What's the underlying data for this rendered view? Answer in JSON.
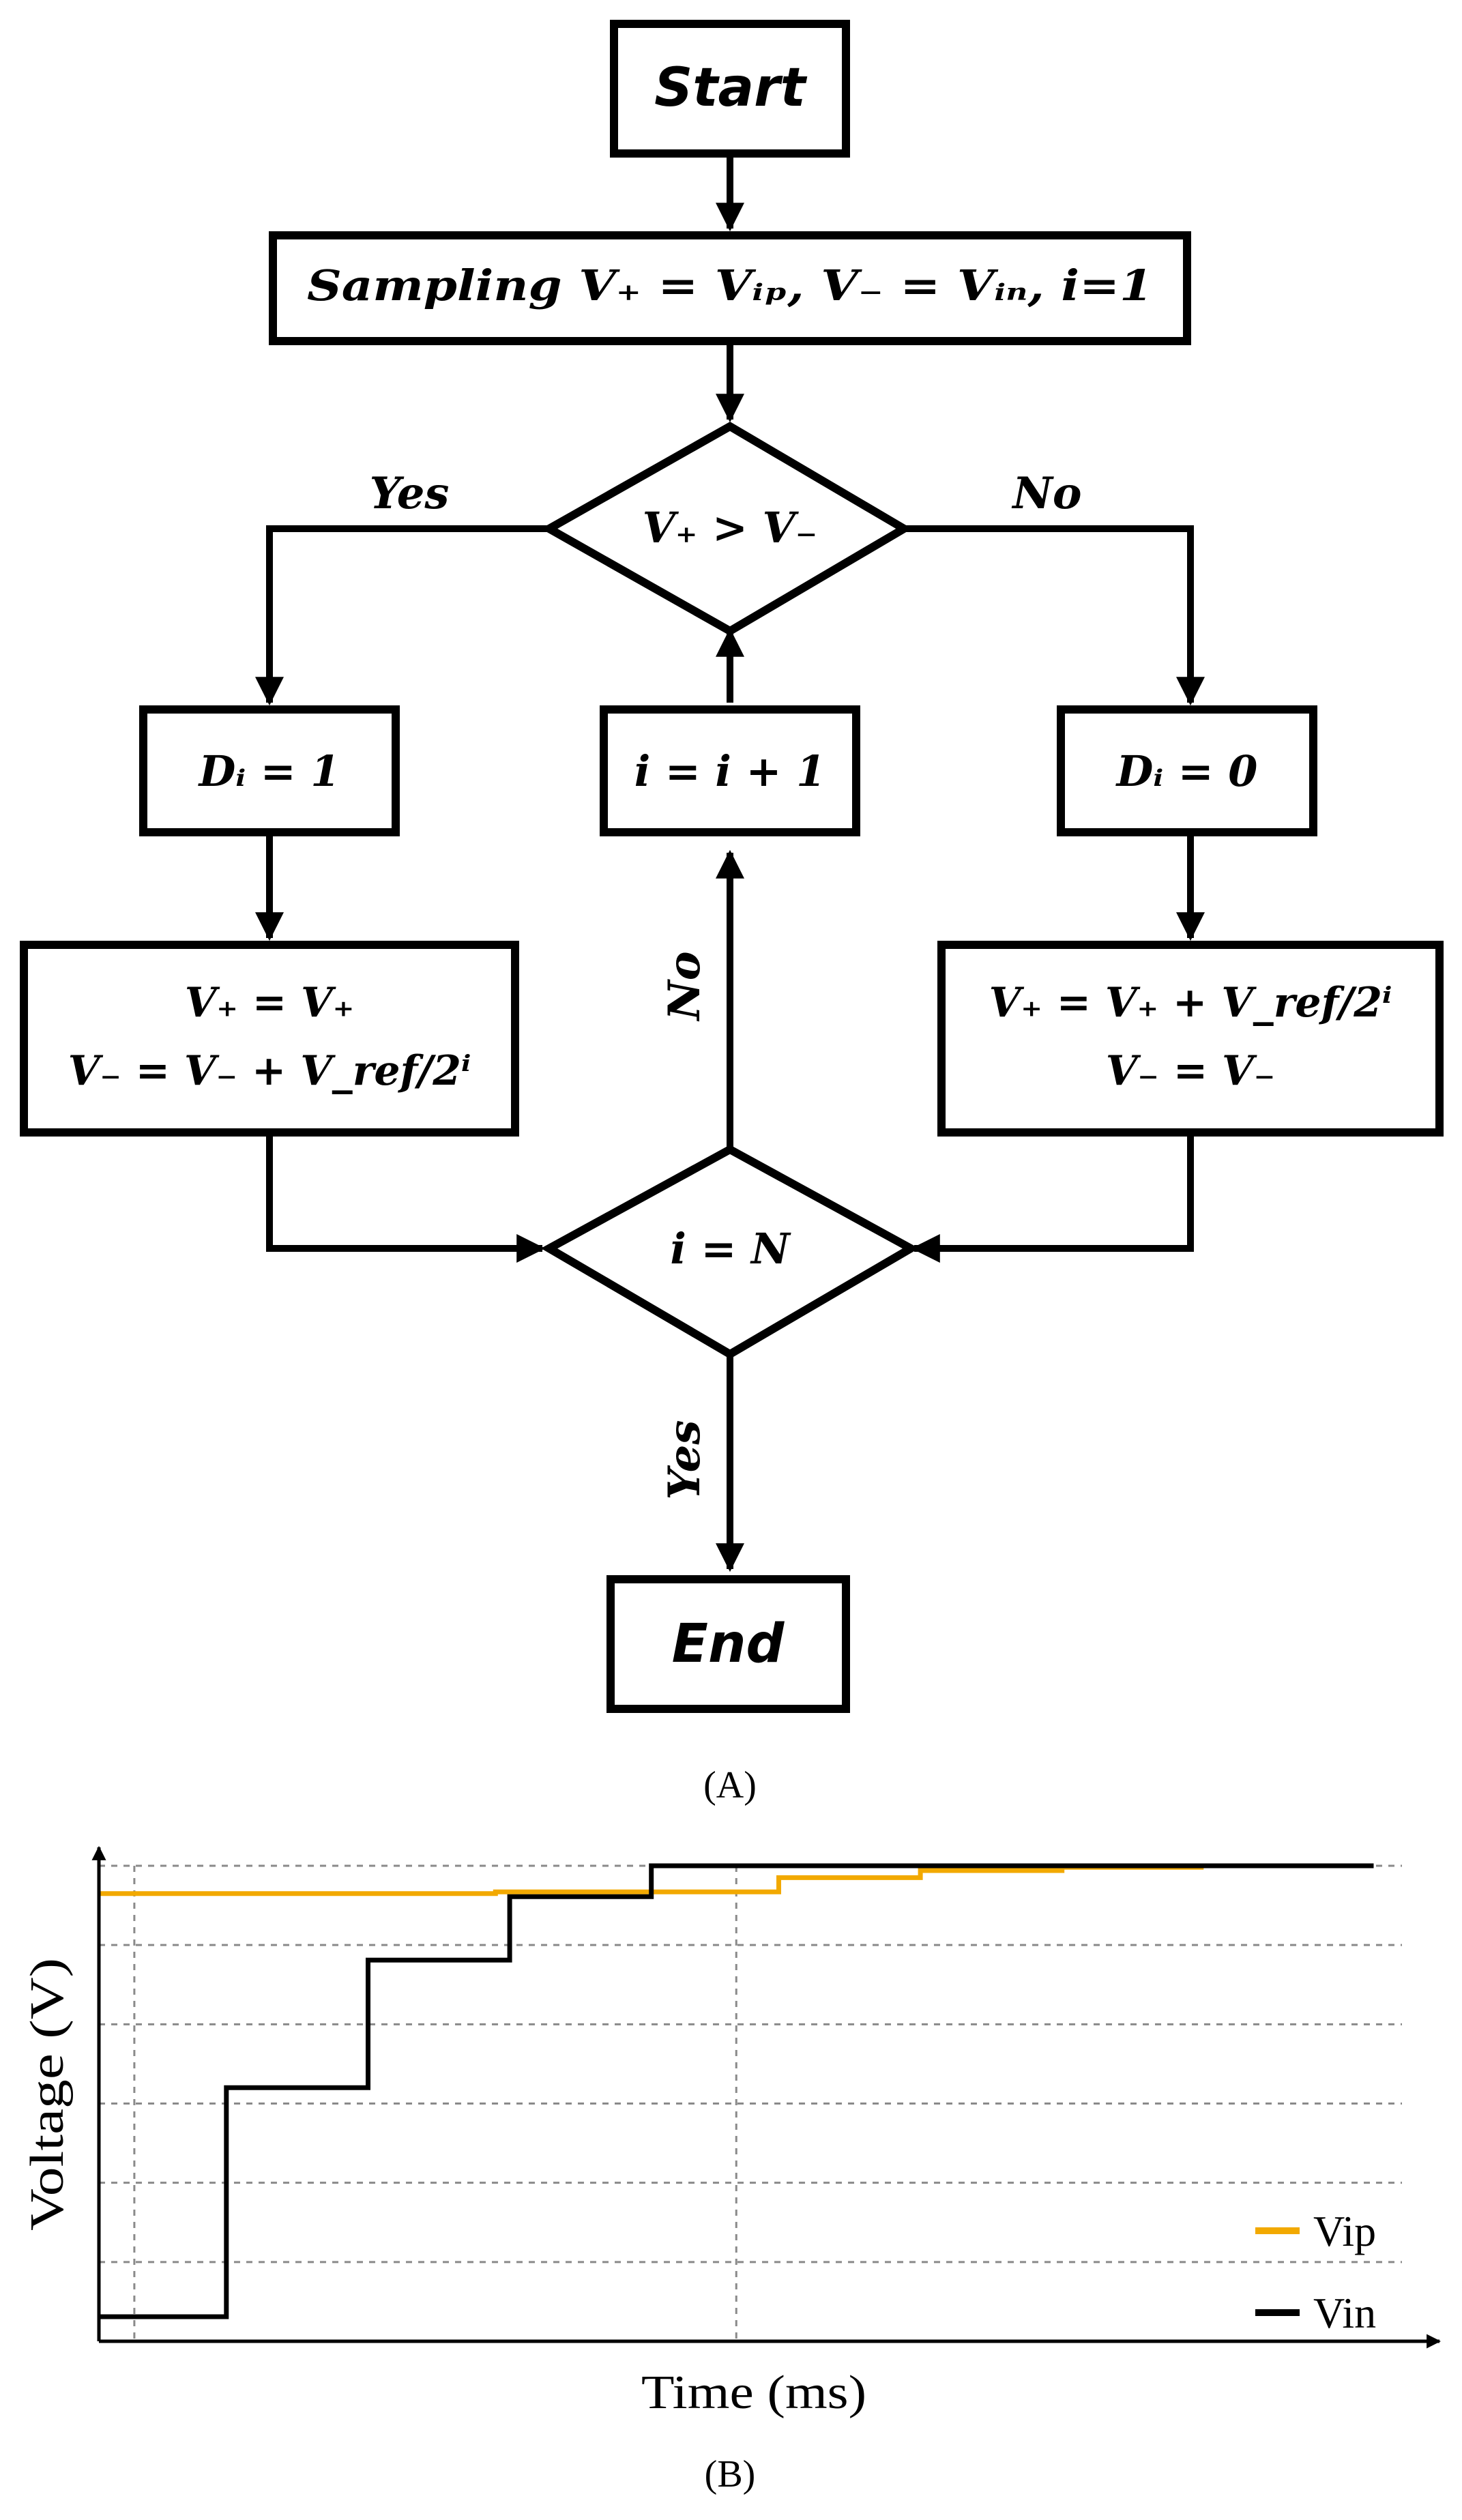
{
  "flowchart": {
    "start": "Start",
    "sampling": "Sampling V₊ = Vᵢₚ, V₋ = Vᵢₙ, i=1",
    "compare": "V₊ > V₋",
    "yes_left": "Yes",
    "no_right": "No",
    "d1": "Dᵢ = 1",
    "increment": "i = i + 1",
    "d0": "Dᵢ = 0",
    "left_update_line1": "V₊ = V₊",
    "left_update_line2": "V₋ = V₋ + V_ref/2ⁱ",
    "right_update_line1": "V₊ = V₊ + V_ref/2ⁱ",
    "right_update_line2": "V₋ = V₋",
    "loop_no": "No",
    "check_n": "i = N",
    "exit_yes": "Yes",
    "end": "End"
  },
  "caption_a": "(A)",
  "caption_b": "(B)",
  "chart_data": {
    "type": "line",
    "xlabel": "Time (ms)",
    "ylabel": "Voltage (V)",
    "xlim": [
      0,
      9.2
    ],
    "ylim": [
      0,
      6
    ],
    "grid": true,
    "legend_position": "bottom-right",
    "series": [
      {
        "name": "Vip",
        "color": "#f2a900",
        "step": true,
        "x": [
          0,
          2.8,
          2.8,
          4.8,
          4.8,
          5.8,
          5.8,
          6.8,
          6.8,
          7.8
        ],
        "y": [
          5.65,
          5.65,
          5.67,
          5.67,
          5.85,
          5.85,
          5.94,
          5.94,
          5.98,
          5.98
        ]
      },
      {
        "name": "Vin",
        "color": "#000000",
        "step": true,
        "x": [
          0,
          0.9,
          0.9,
          1.9,
          1.9,
          2.9,
          2.9,
          3.9,
          3.9,
          9.0
        ],
        "y": [
          0.31,
          0.31,
          3.2,
          3.2,
          4.81,
          4.81,
          5.61,
          5.61,
          6.0,
          6.0
        ]
      }
    ]
  }
}
